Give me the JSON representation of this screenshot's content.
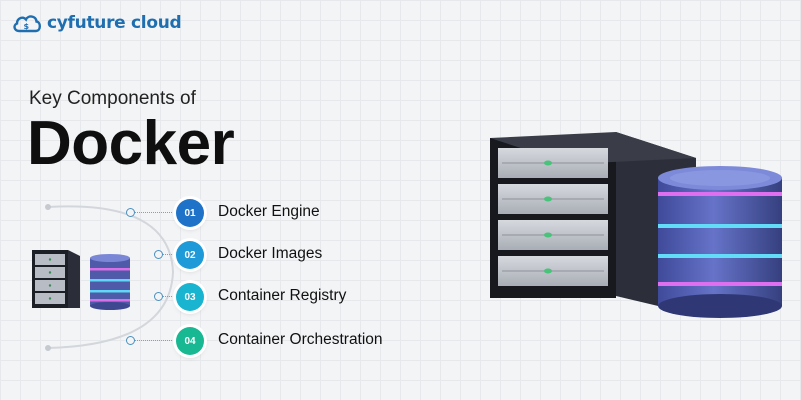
{
  "brand": {
    "name": "cyfuture cloud"
  },
  "heading": {
    "line1": "Key Components of",
    "line2": "Docker"
  },
  "components": [
    {
      "num": "01",
      "label": "Docker Engine",
      "color": "#1e73c8"
    },
    {
      "num": "02",
      "label": "Docker Images",
      "color": "#1e9ad8"
    },
    {
      "num": "03",
      "label": "Container Registry",
      "color": "#19b4cf"
    },
    {
      "num": "04",
      "label": "Container Orchestration",
      "color": "#18b892"
    }
  ],
  "icons": {
    "logo": "cloud-icon",
    "illustration": "server-database-icon"
  }
}
